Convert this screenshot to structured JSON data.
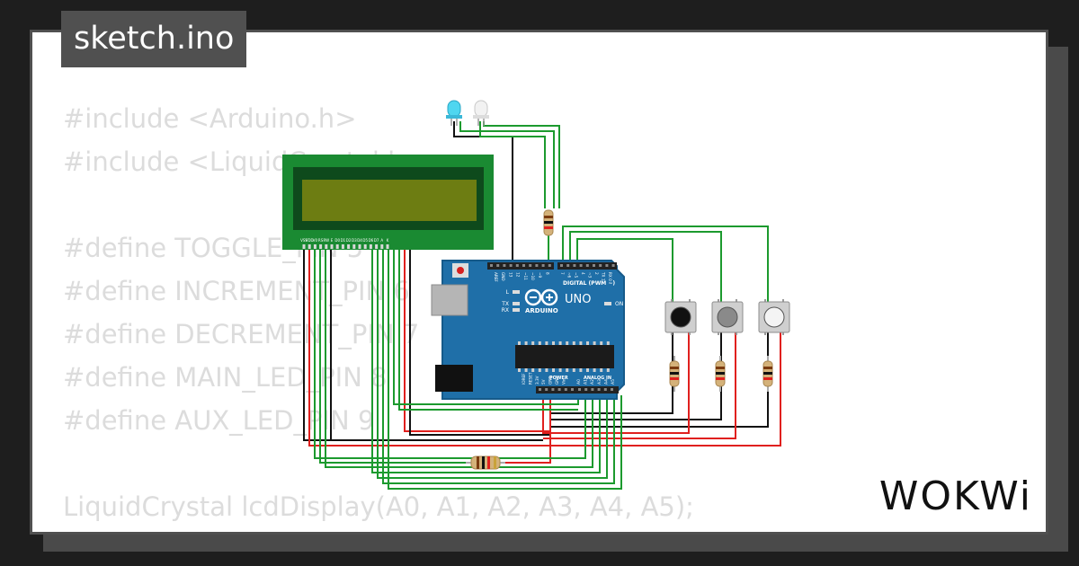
{
  "file": {
    "name": "sketch.ino"
  },
  "code": {
    "lines": [
      "#include <Arduino.h>",
      "#include <LiquidCrystal.h>",
      "",
      "#define TOGGLE_PIN 5",
      "#define INCREMENT_PIN 6",
      "#define DECREMENT_PIN 7",
      "#define MAIN_LED_PIN 8",
      "#define AUX_LED_PIN 9",
      "",
      "LiquidCrystal lcdDisplay(A0, A1, A2, A3, A4, A5);"
    ]
  },
  "brand": {
    "name": "WOKWi"
  },
  "board": {
    "model": "UNO",
    "maker": "ARDUINO",
    "digital_label": "DIGITAL (PWM ~)",
    "power_label": "POWER",
    "analog_label": "ANALOG IN",
    "led_l": "L",
    "led_tx": "TX",
    "led_rx": "RX",
    "on_label": "ON",
    "aref": "AREF",
    "gnd": "GND",
    "power_pins": [
      "IOREF",
      "RESET",
      "3.3V",
      "5V",
      "GND",
      "GND",
      "Vin"
    ],
    "analog_pins": [
      "A0",
      "A1",
      "A2",
      "A3",
      "A4",
      "A5"
    ],
    "digital_pins": [
      "13",
      "12",
      "~11",
      "~10",
      "~9",
      "8",
      "7",
      "~6",
      "~5",
      "4",
      "~3",
      "2",
      "TX 1",
      "RX 0"
    ]
  },
  "lcd": {
    "pin_labels": [
      "VSS",
      "VDD",
      "V0",
      "RS",
      "RW",
      "E",
      "D0",
      "D1",
      "D2",
      "D3",
      "D4",
      "D5",
      "D6",
      "D7",
      "A",
      "K"
    ]
  },
  "colors": {
    "wire_green": "#1c9a2e",
    "wire_red": "#e0201e",
    "wire_black": "#111111",
    "board_blue": "#1f6fa8",
    "lcd_bezel": "#1a8a32",
    "lcd_screen": "#6d7d12",
    "led_blue": "#4fd6f0",
    "led_white": "#f2f2f2",
    "code_text": "#dcdcdc",
    "tab_bg": "#505050"
  },
  "icons": {
    "arduino_logo": "infinity-logo-icon",
    "reset_button": "red-square-button-icon",
    "usb_port": "gray-rectangle-icon",
    "power_jack": "black-barrel-jack-icon"
  }
}
